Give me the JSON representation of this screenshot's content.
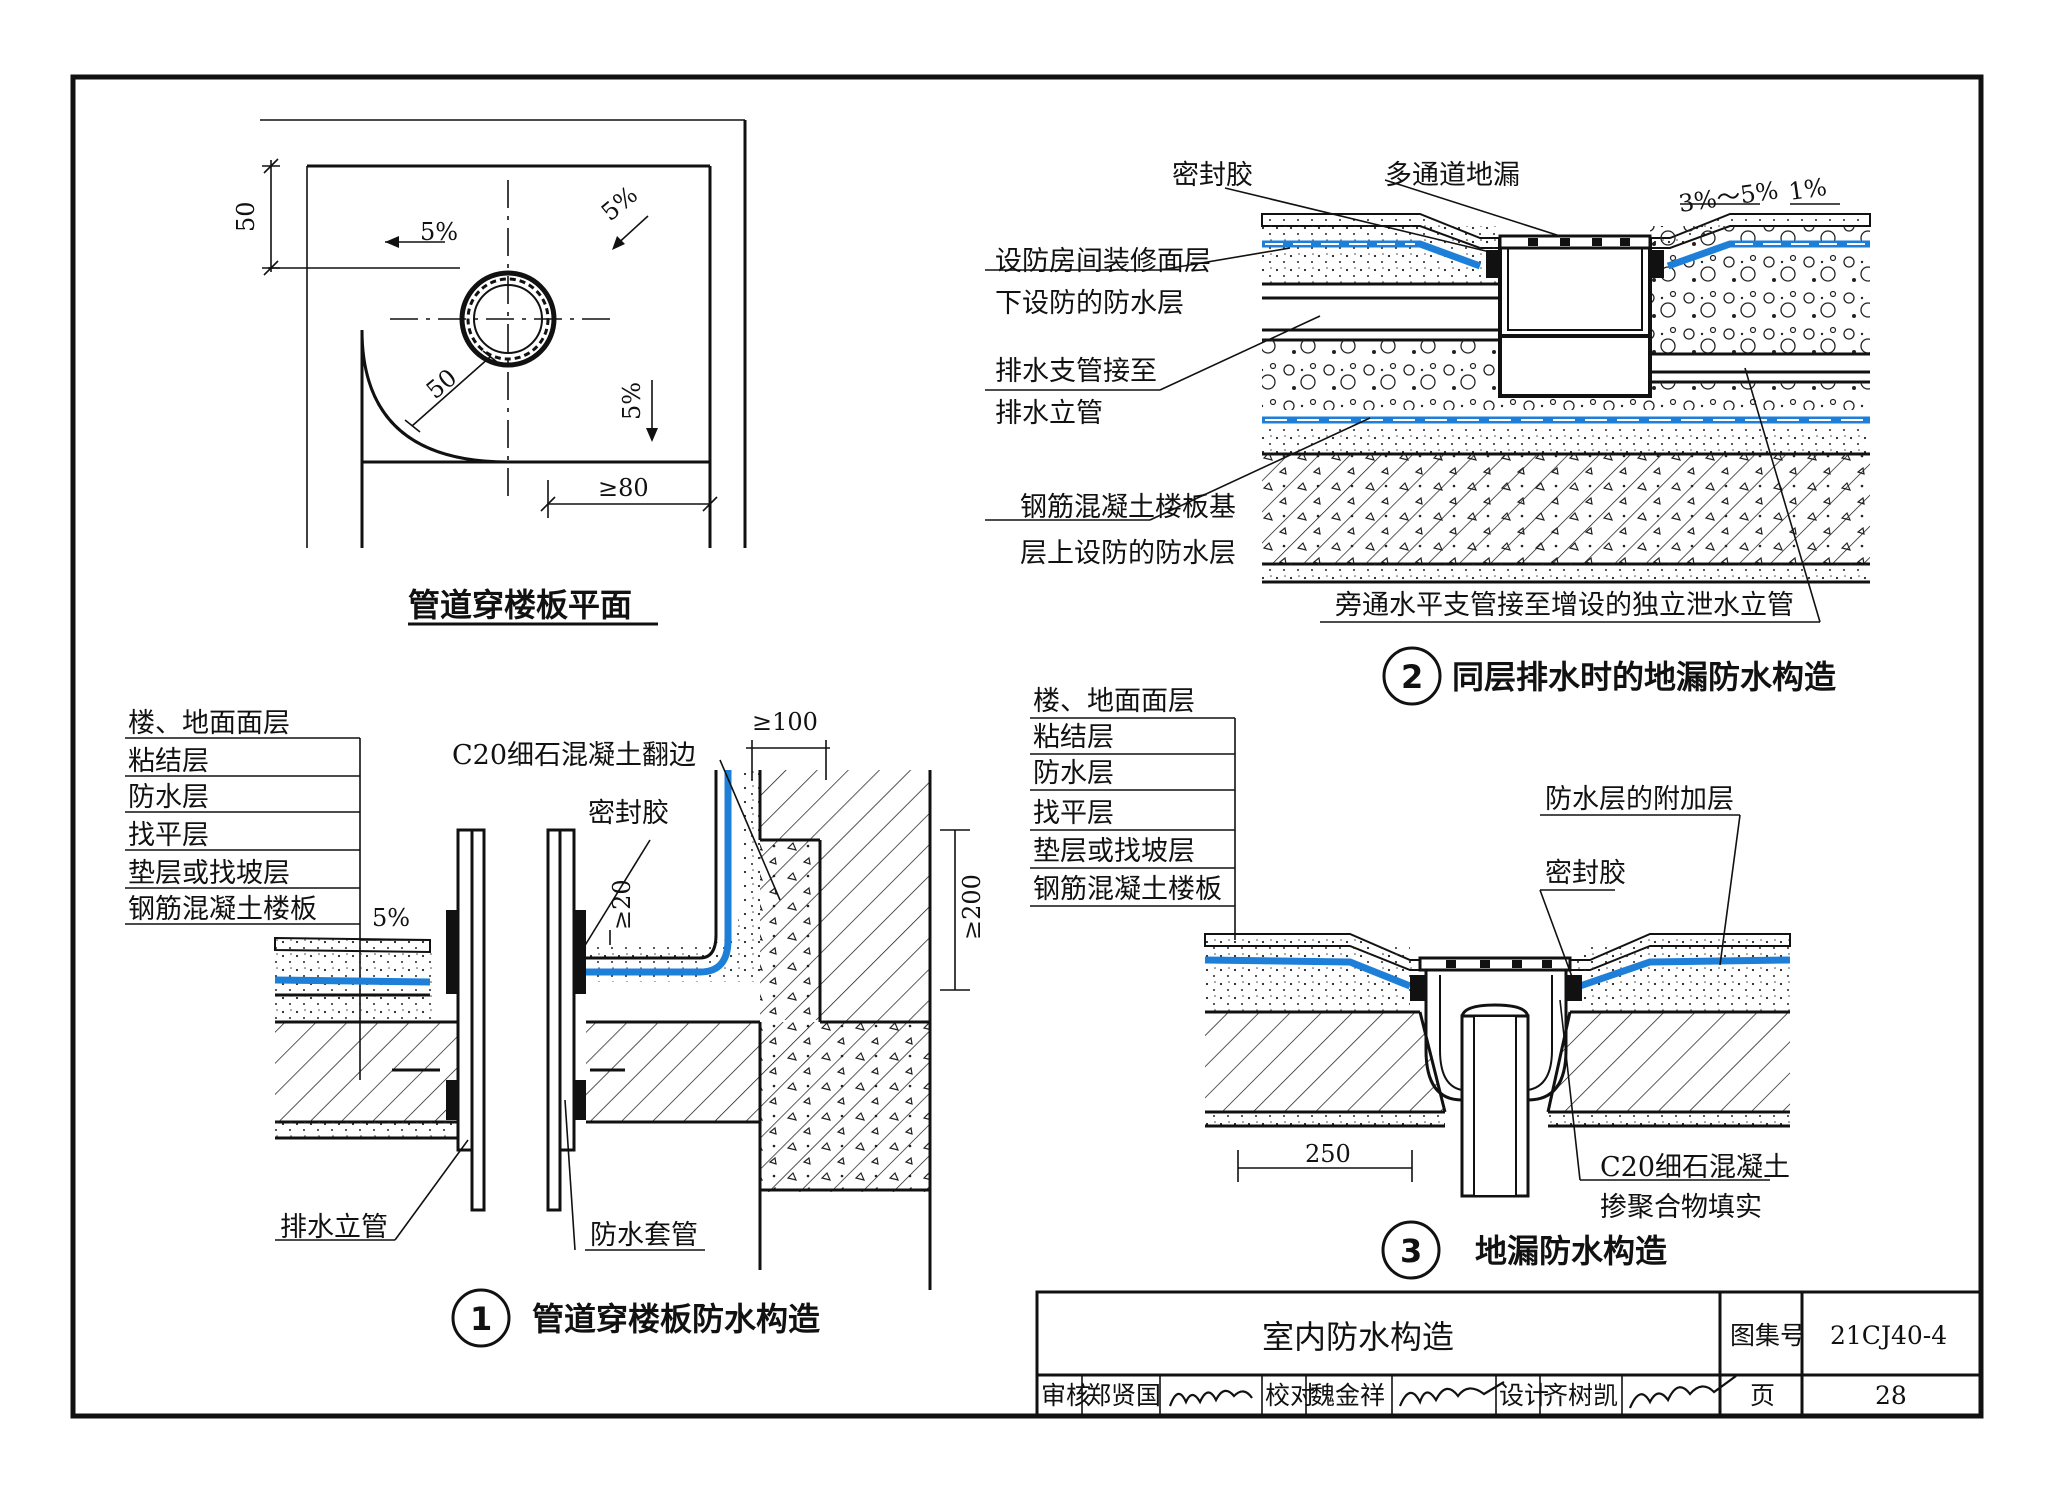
{
  "plan": {
    "title": "管道穿楼板平面",
    "slope_left": "5%",
    "slope_diag": "5%",
    "slope_down": "5%",
    "dim_50_top": "50",
    "dim_50_radius": "50",
    "dim_min80": "≥80"
  },
  "detail2": {
    "title": "同层排水时的地漏防水构造",
    "number": "2",
    "label_sealant": "密封胶",
    "label_multi_drain": "多通道地漏",
    "label_slope_range": "3%～5%",
    "label_slope_1": "1%",
    "label_finish_1": "设防房间装修面层",
    "label_finish_2": "下设防的防水层",
    "label_branch_1": "排水支管接至",
    "label_branch_2": "排水立管",
    "label_slab_1": "钢筋混凝土楼板基",
    "label_slab_2": "层上设防的防水层",
    "label_bypass": "旁通水平支管接至增设的独立泄水立管"
  },
  "detail1": {
    "title": "管道穿楼板防水构造",
    "number": "1",
    "layers": [
      "楼、地面面层",
      "粘结层",
      "防水层",
      "找平层",
      "垫层或找坡层",
      "钢筋混凝土楼板"
    ],
    "label_c20": "C20细石混凝土翻边",
    "label_sealant": "密封胶",
    "label_riser": "排水立管",
    "label_sleeve": "防水套管",
    "slope": "5%",
    "dim_100": "≥100",
    "dim_20": "≥20",
    "dim_200": "≥200"
  },
  "detail3": {
    "title": "地漏防水构造",
    "number": "3",
    "layers": [
      "楼、地面面层",
      "粘结层",
      "防水层",
      "找平层",
      "垫层或找坡层",
      "钢筋混凝土楼板"
    ],
    "label_additional": "防水层的附加层",
    "label_sealant": "密封胶",
    "label_c20_1": "C20细石混凝土",
    "label_c20_2": "掺聚合物填实",
    "dim_250": "250"
  },
  "title_block": {
    "drawing_title": "室内防水构造",
    "atlas_label": "图集号",
    "atlas_no": "21CJ40-4",
    "review_label": "审核",
    "reviewer": "郑贤国",
    "check_label": "校对",
    "checker": "魏金祥",
    "design_label": "设计",
    "designer": "齐树凯",
    "page_label": "页",
    "page_no": "28"
  },
  "colors": {
    "waterproof": "#1e7fd8",
    "line": "#111111"
  }
}
